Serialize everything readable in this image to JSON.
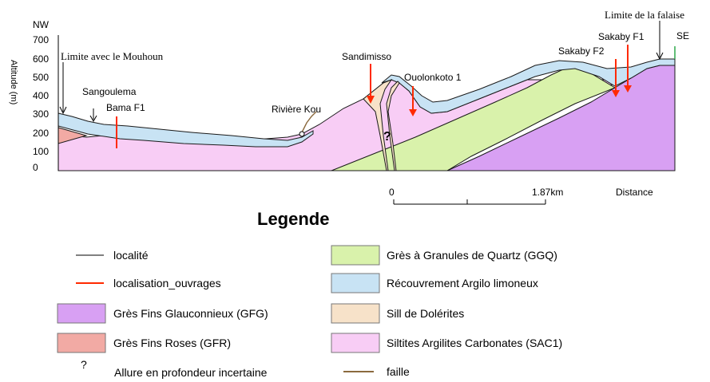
{
  "section": {
    "nw_label": "NW",
    "se_label": "SE",
    "y_axis_label": "Altitude (m)",
    "y_ticks": [
      "700",
      "600",
      "500",
      "400",
      "300",
      "200",
      "100",
      "0"
    ],
    "annotations": {
      "limite_mouhoun": "Limite avec le Mouhoun",
      "limite_falaise": "Limite de la falaise",
      "sangoulema": "Sangoulema",
      "bama": "Bama F1",
      "riviere_kou": "Rivière Kou",
      "sandimisso": "Sandimisso",
      "ouolonkoto": "Ouolonkoto 1",
      "sakaby_f2": "Sakaby F2",
      "sakaby_f1": "Sakaby F1",
      "question": "?"
    },
    "scale": {
      "start": "0",
      "end": "1.87km",
      "label": "Distance"
    }
  },
  "legend": {
    "title": "Legende",
    "items": [
      {
        "label": "localité",
        "symbol": "line",
        "color": "#000000"
      },
      {
        "label": "localisation_ouvrages",
        "symbol": "line",
        "color": "#ff2a00"
      },
      {
        "label": "Grès Fins Glauconnieux (GFG)",
        "symbol": "box",
        "color": "#d8a0f3"
      },
      {
        "label": "Grès Fins Roses (GFR)",
        "symbol": "box",
        "color": "#f2aaa4"
      },
      {
        "label": "?",
        "symbol": "text",
        "color": "#000000"
      },
      {
        "label": "Grès à Granules de Quartz (GGQ)",
        "symbol": "box",
        "color": "#d9f2ab"
      },
      {
        "label": "Récouvrement Argilo limoneux",
        "symbol": "box",
        "color": "#c8e3f4"
      },
      {
        "label": "Sill de Dolérites",
        "symbol": "box",
        "color": "#f7e2c9"
      },
      {
        "label": "Siltites Argilites Carbonates (SAC1)",
        "symbol": "box",
        "color": "#f8cdf5"
      },
      {
        "label": "faille",
        "symbol": "line",
        "color": "#8b6a3e"
      }
    ],
    "extra_text": "Allure en profondeur incertaine"
  }
}
